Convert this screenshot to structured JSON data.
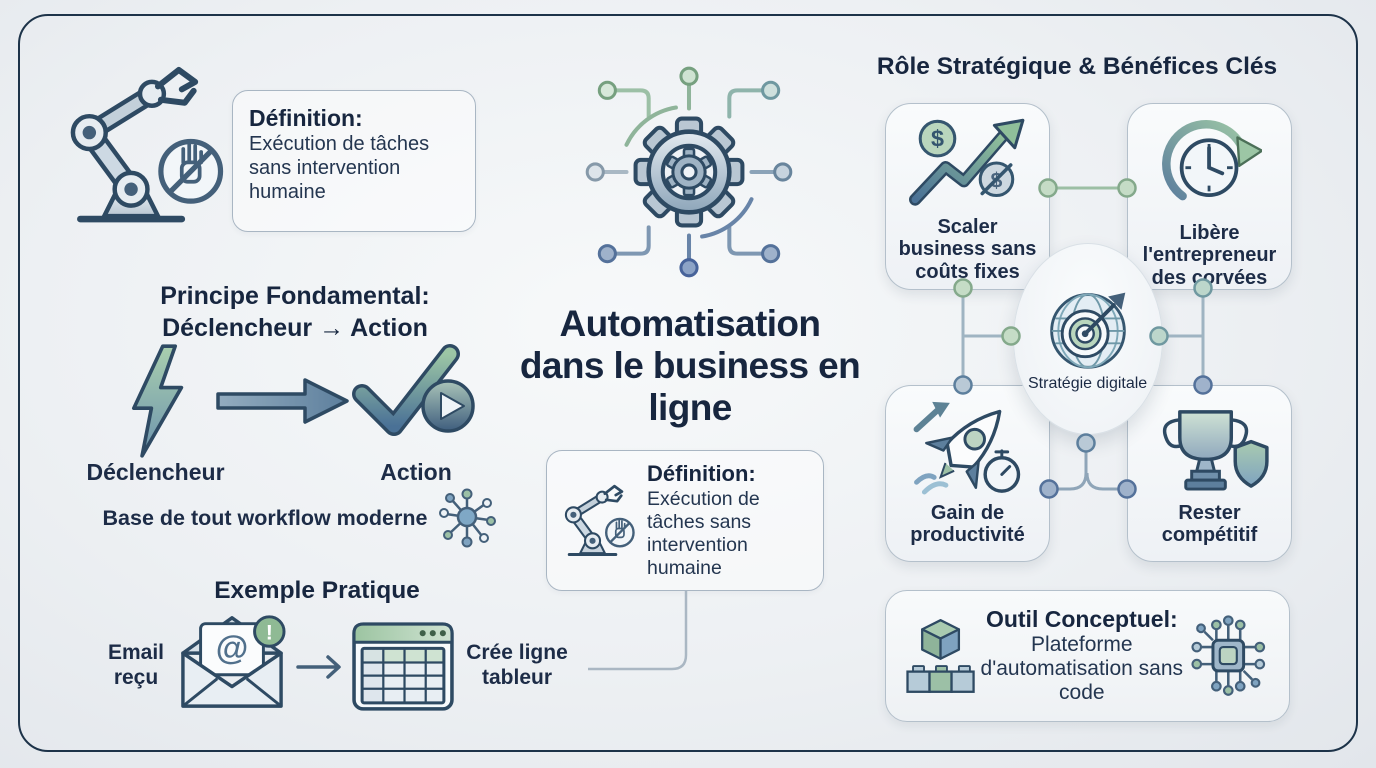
{
  "colors": {
    "background": "#edf0f3",
    "frame_border": "#1d3349",
    "heading_text": "#17263f",
    "body_text": "#243650",
    "accent_green": "#8fbf9a",
    "accent_blue": "#5d7f9d",
    "box_border": "#b4c0cb",
    "connector_line": "#9fb4c2"
  },
  "left": {
    "definition": {
      "title": "Définition:",
      "body": "Exécution de tâches sans intervention humaine"
    },
    "principle": {
      "line1": "Principe Fondamental:",
      "line2": "Déclencheur → Action"
    },
    "trigger_label": "Déclencheur",
    "action_label": "Action",
    "base_caption": "Base de tout workflow moderne",
    "example": {
      "title": "Exemple Pratique",
      "email_label": "Email reçu",
      "result_label": "Crée ligne tableur"
    }
  },
  "center": {
    "title": "Automatisation dans le business en ligne",
    "definition": {
      "title": "Définition:",
      "body": "Exécution de tâches sans intervention humaine"
    }
  },
  "right": {
    "header": "Rôle Stratégique & Bénéfices Clés",
    "hub_label": "Stratégie digitale",
    "benefits": [
      {
        "label": "Scaler business sans coûts fixes",
        "icon": "growth-chart-icon"
      },
      {
        "label": "Libère l'entrepreneur des corvées",
        "icon": "time-recovery-icon"
      },
      {
        "label": "Gain de productivité",
        "icon": "rocket-stopwatch-icon"
      },
      {
        "label": "Rester compétitif",
        "icon": "trophy-shield-icon"
      }
    ],
    "tool": {
      "title": "Outil Conceptuel:",
      "body": "Plateforme d'automatisation sans code"
    }
  },
  "glyphs": {
    "at": "@",
    "alert": "!",
    "dollar": "$"
  },
  "icons": {
    "robot_arm": "robot-arm-icon",
    "no_intervention": "no-hand-icon",
    "gear_network": "automation-gear-icon",
    "trigger": "lightning-bolt-icon",
    "action": "check-play-icon",
    "workflow_hub": "network-hub-icon",
    "email": "email-envelope-icon",
    "spreadsheet": "spreadsheet-icon",
    "strategy": "globe-target-icon",
    "no_code": "building-blocks-icon",
    "platform": "chip-circuit-icon"
  }
}
